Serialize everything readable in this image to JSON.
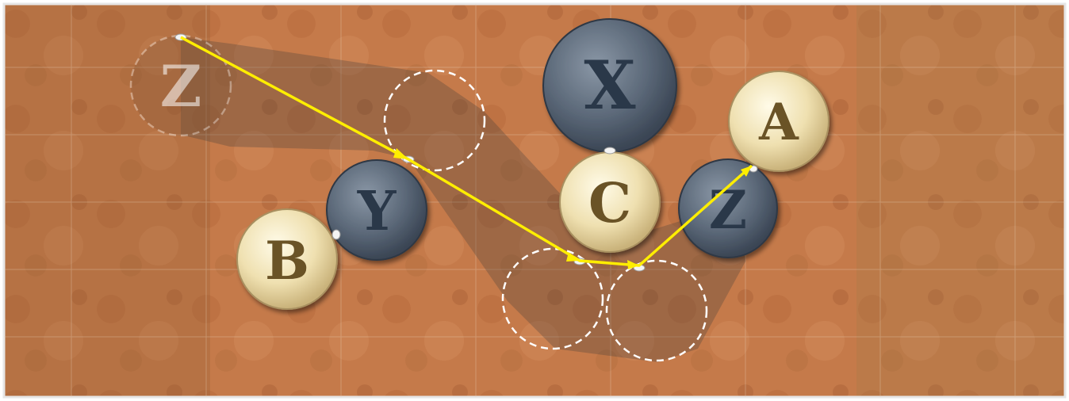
{
  "board": {
    "colors": {
      "ground": "#c57a4a",
      "ground_dark": "#a65d34",
      "ground_light": "#d89a63",
      "grid": "#e8d0b8",
      "trail": "#3a3a3a",
      "path": "#ffee00",
      "light_stone": "#efe3b8",
      "light_stone_text": "#6b5328",
      "dark_stone": "#5d6b7c",
      "dark_stone_text": "#2a3848",
      "ghost_ring": "#ffffff"
    }
  },
  "ghost_stone": {
    "letter": "Z"
  },
  "stones": {
    "x": {
      "letter": "X",
      "color": "dark"
    },
    "a": {
      "letter": "A",
      "color": "light"
    },
    "y": {
      "letter": "Y",
      "color": "dark"
    },
    "b": {
      "letter": "B",
      "color": "light"
    },
    "c": {
      "letter": "C",
      "color": "light"
    },
    "z": {
      "letter": "Z",
      "color": "dark"
    }
  }
}
